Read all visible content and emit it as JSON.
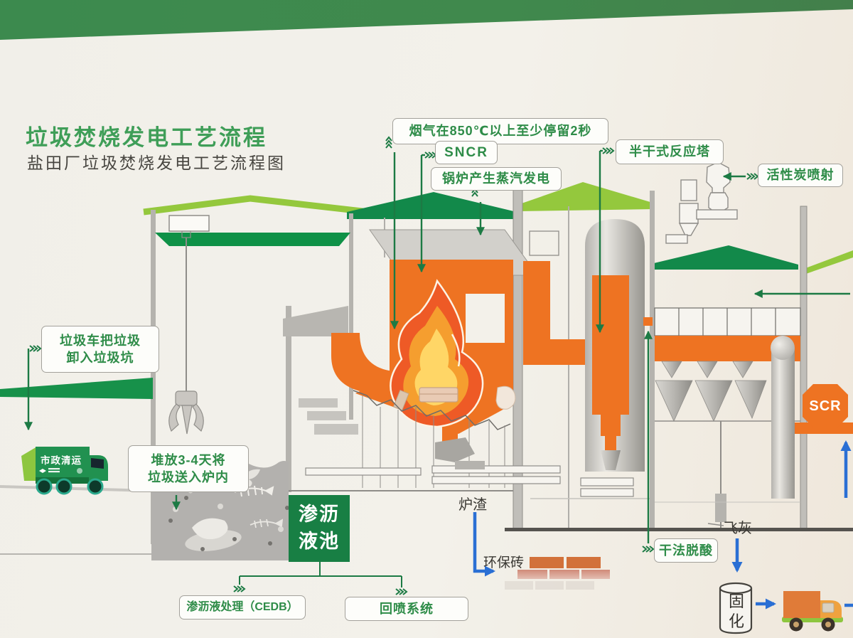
{
  "title": {
    "main": "垃圾焚烧发电工艺流程",
    "sub": "盐田厂垃圾焚烧发电工艺流程图"
  },
  "labels": {
    "flue": "烟气在850℃以上至少停留2秒",
    "sncr": "SNCR",
    "boiler": "锅炉产生蒸汽发电",
    "semi_dry": "半干式反应塔",
    "carbon": "活性炭喷射",
    "unload1": "垃圾车把垃圾",
    "unload2": "卸入垃圾坑",
    "pile1": "堆放3-4天将",
    "pile2": "垃圾送入炉内",
    "pool": "渗沥液池",
    "treat": "渗沥液处理（CEDB）",
    "spray": "回喷系统",
    "slag": "炉渣",
    "brick": "环保砖",
    "dry": "干法脱酸",
    "flyash": "飞灰",
    "solid": "固化",
    "scr": "SCR",
    "truck_brand": "市政清运"
  },
  "colors": {
    "wall_band_green": "#3e8a4f",
    "title_green": "#3f9e58",
    "label_green": "#2e8c48",
    "roof_dark_green": "#12894a",
    "roof_light_green": "#94c83d",
    "process_orange": "#ee7322",
    "flame_yellow": "#ffd666",
    "flame_orange": "#f59e2f",
    "flame_red": "#ee5a26",
    "machine_gray": "#c9c6c1",
    "arrow_blue": "#2a6fd4",
    "arrow_green": "#1c7a44",
    "brick_orange": "#d2713a",
    "pool_green": "#187f44"
  }
}
